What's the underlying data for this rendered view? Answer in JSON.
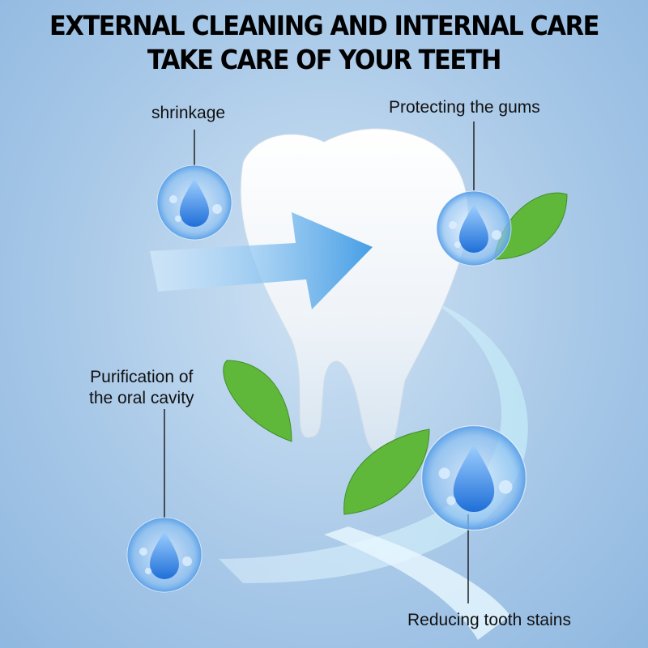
{
  "headline": {
    "line1": "EXTERNAL CLEANING AND INTERNAL CARE",
    "line2": "TAKE CARE OF YOUR TEETH"
  },
  "callouts": [
    {
      "label": "shrinkage"
    },
    {
      "label": "Protecting the gums"
    },
    {
      "label_line1": "Purification of",
      "label_line2": "the oral cavity"
    },
    {
      "label": "Reducing tooth stains"
    }
  ],
  "colors": {
    "background": "#a9c9e8",
    "droplet": "#2f7fe0",
    "leaf": "#5fb83a",
    "arrow": "#4fa6e6"
  }
}
